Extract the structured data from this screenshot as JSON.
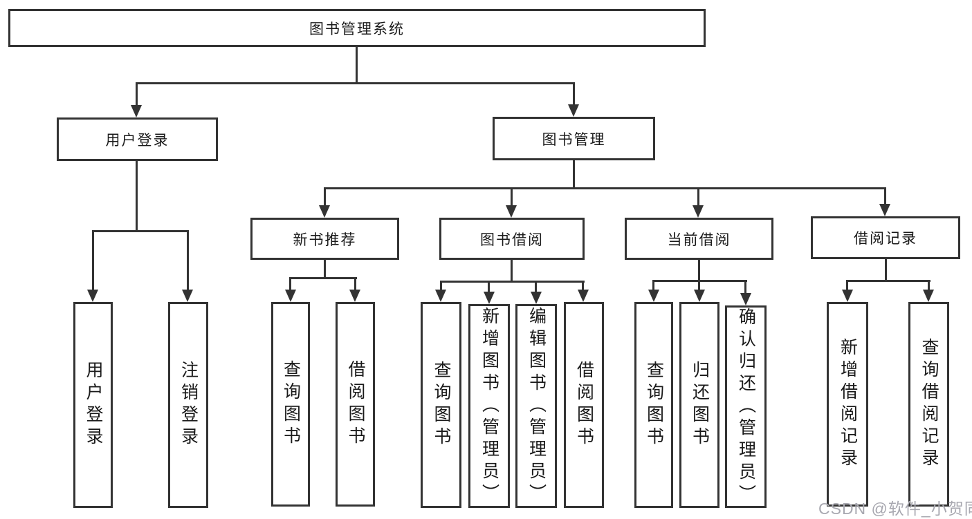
{
  "tree": {
    "root": {
      "label": "图书管理系统",
      "children": [
        {
          "label": "用户登录",
          "children": [
            {
              "label": "用户登录"
            },
            {
              "label": "注销登录"
            }
          ]
        },
        {
          "label": "图书管理",
          "children": [
            {
              "label": "新书推荐",
              "children": [
                {
                  "label": "查询图书"
                },
                {
                  "label": "借阅图书"
                }
              ]
            },
            {
              "label": "图书借阅",
              "children": [
                {
                  "label": "查询图书"
                },
                {
                  "label": "新增图书（管理员）"
                },
                {
                  "label": "编辑图书（管理员）"
                },
                {
                  "label": "借阅图书"
                }
              ]
            },
            {
              "label": "当前借阅",
              "children": [
                {
                  "label": "查询图书"
                },
                {
                  "label": "归还图书"
                },
                {
                  "label": "确认归还（管理员）"
                }
              ]
            },
            {
              "label": "借阅记录",
              "children": [
                {
                  "label": "新增借阅记录"
                },
                {
                  "label": "查询借阅记录"
                }
              ]
            }
          ]
        }
      ]
    }
  },
  "colors": {
    "line": "#333333",
    "text": "#1a1a1a",
    "background": "#ffffff",
    "watermark": "#a8a8b0"
  },
  "watermark": {
    "text": "CSDN @软件_小贺同学"
  }
}
